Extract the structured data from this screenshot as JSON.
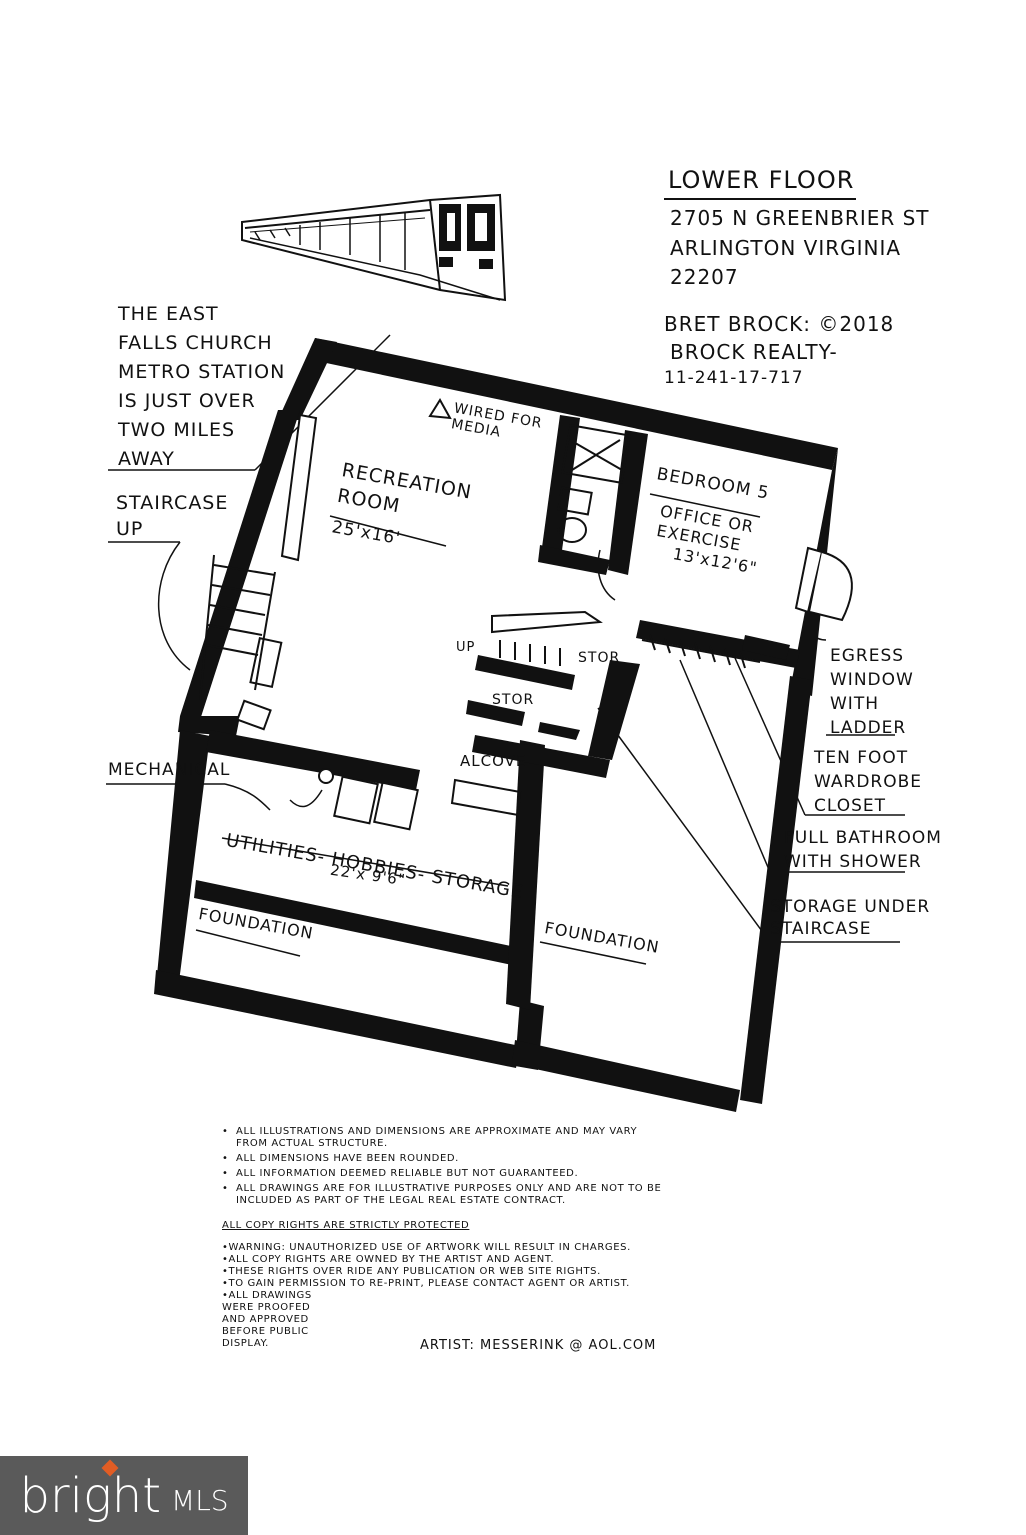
{
  "header": {
    "title": "LOWER FLOOR",
    "address_line1": "2705 N GREENBRIER ST",
    "address_line2": "ARLINGTON VIRGINIA",
    "zip": "22207",
    "agent_line": "BRET BROCK: ©2018",
    "brokerage": "BROCK REALTY-",
    "ref_number": "11-241-17-717"
  },
  "callouts": {
    "metro": [
      "THE EAST",
      "FALLS CHURCH",
      "METRO STATION",
      "IS JUST OVER",
      "TWO MILES",
      "AWAY"
    ],
    "staircase": [
      "STAIRCASE",
      "UP"
    ],
    "mechanical": "MECHANICAL",
    "egress": [
      "EGRESS",
      "WINDOW",
      "WITH",
      "LADDER"
    ],
    "wardrobe": [
      "TEN FOOT",
      "WARDROBE",
      "CLOSET"
    ],
    "bathroom": [
      "FULL BATHROOM",
      "WITH SHOWER"
    ],
    "storage_under": [
      "STORAGE UNDER",
      "STAIRCASE"
    ],
    "wired": [
      "WIRED FOR",
      "MEDIA"
    ]
  },
  "rooms": {
    "recreation": {
      "name": [
        "RECREATION",
        "ROOM"
      ],
      "dims": "25'x16'"
    },
    "bedroom": {
      "name": "BEDROOM 5",
      "sub": [
        "OFFICE OR",
        "EXERCISE"
      ],
      "dims": "13'x12'6\""
    },
    "utilities": {
      "name": "UTILITIES- HOBBIES- STORAGE",
      "dims": "22'x 9'6\""
    },
    "alcove": "ALCOVE",
    "stor1": "STOR",
    "stor2": "STOR",
    "up": "UP",
    "foundation_left": "FOUNDATION",
    "foundation_right": "FOUNDATION"
  },
  "disclaimers": [
    "ALL ILLUSTRATIONS AND DIMENSIONS ARE APPROXIMATE AND MAY VARY FROM ACTUAL STRUCTURE.",
    "ALL DIMENSIONS HAVE BEEN ROUNDED.",
    "ALL INFORMATION DEEMED RELIABLE BUT NOT GUARANTEED.",
    "ALL DRAWINGS ARE FOR ILLUSTRATIVE PURPOSES ONLY AND ARE NOT TO BE INCLUDED AS PART OF THE LEGAL REAL ESTATE CONTRACT."
  ],
  "copyright_heading": "ALL COPY RIGHTS ARE STRICTLY PROTECTED",
  "warnings": [
    "WARNING: UNAUTHORIZED USE OF ARTWORK WILL RESULT IN CHARGES.",
    "ALL COPY RIGHTS ARE OWNED BY THE ARTIST AND AGENT.",
    "THESE RIGHTS OVER RIDE ANY PUBLICATION OR WEB SITE RIGHTS.",
    "TO GAIN PERMISSION TO RE-PRINT, PLEASE CONTACT AGENT OR ARTIST.",
    "ALL DRAWINGS WERE PROOFED AND APPROVED BEFORE PUBLIC DISPLAY."
  ],
  "artist": "ARTIST: MESSERINK @ AOL.COM",
  "logo": {
    "word": "bright",
    "suffix": "MLS",
    "accent": "#e25d24",
    "bg": "#5a5a5a"
  }
}
